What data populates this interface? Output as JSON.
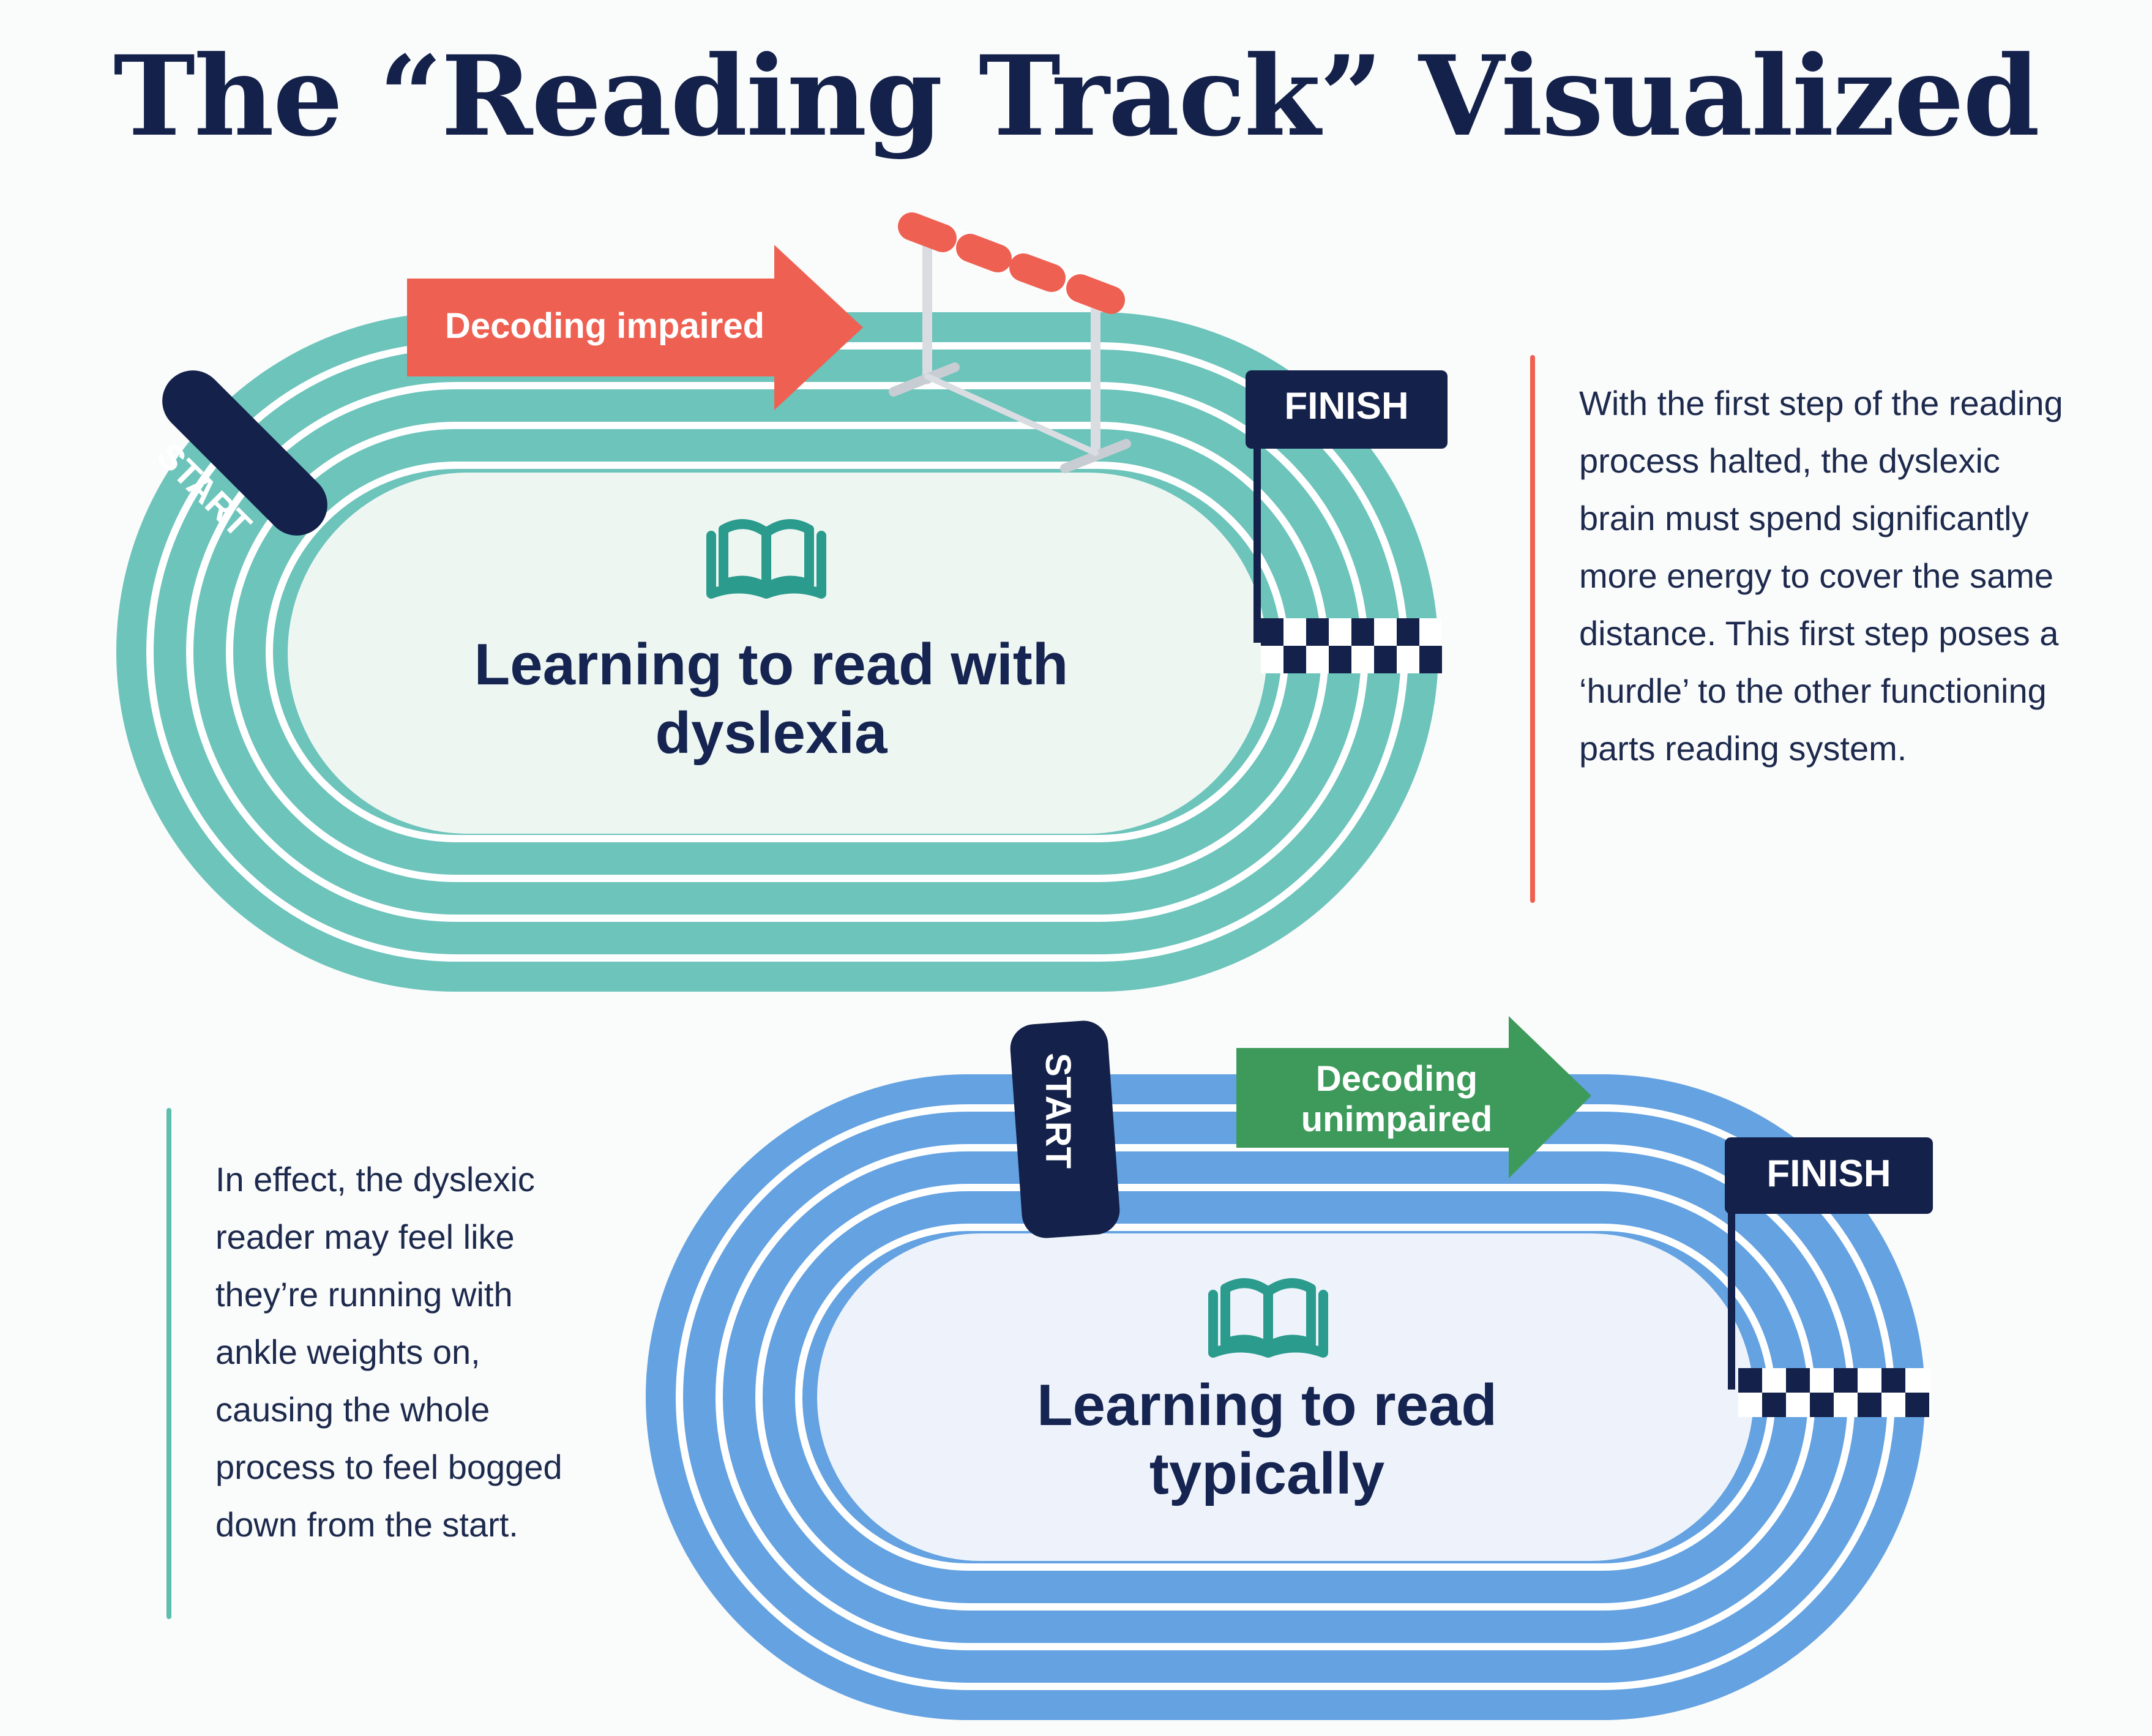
{
  "title": "The “Reading Track” Visualized",
  "colors": {
    "navy": "#14214a",
    "teal_track": "#6cc4bb",
    "teal_infield": "#eef6f2",
    "blue_track": "#64a2e2",
    "blue_infield": "#eef3fb",
    "red_arrow": "#ee6152",
    "green_arrow": "#3d9a5b",
    "book_icon": "#2b9b8e"
  },
  "top_track": {
    "label": "Learning to read with dyslexia",
    "start_label": "START",
    "finish_label": "FINISH",
    "arrow_label": "Decoding impaired",
    "icon": "open-book-icon",
    "obstacle": "hurdle-icon"
  },
  "bottom_track": {
    "label": "Learning to read typically",
    "start_label": "START",
    "finish_label": "FINISH",
    "arrow_label": "Decoding unimpaired",
    "icon": "open-book-icon"
  },
  "right_text": "With the first step of the reading process halted, the dyslexic brain must spend significantly more energy to cover the same distance. This first step poses a ‘hurdle’ to the other functioning parts reading system.",
  "left_text": "In effect, the dyslexic reader may feel like they’re running with ankle weights on, causing the whole process to feel bogged down from the start."
}
